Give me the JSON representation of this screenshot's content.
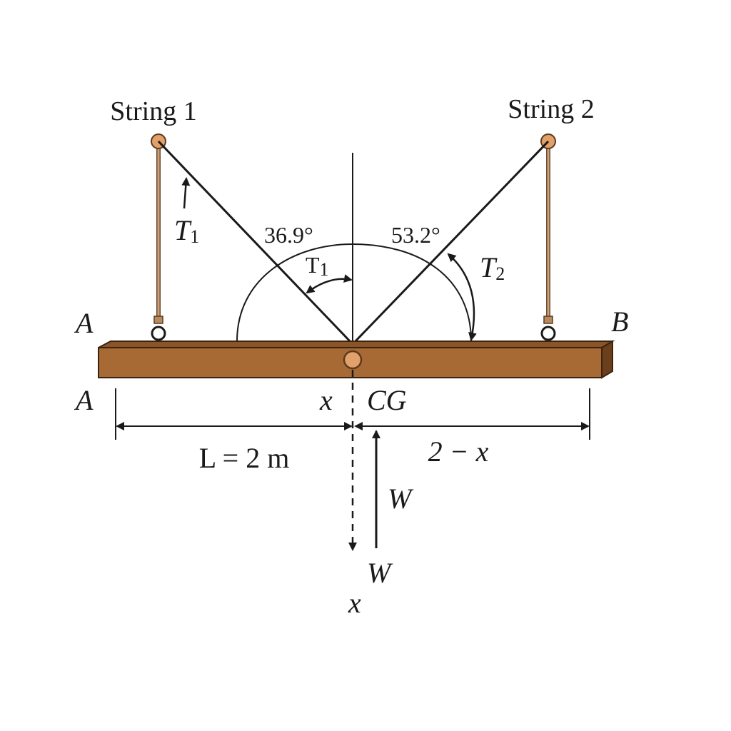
{
  "labels": {
    "string1": "String 1",
    "string2": "String 2",
    "t1_left": "T",
    "t1_left_sub": "1",
    "angle_left": "36.9°",
    "t1_center": "T",
    "t1_center_sub": "1",
    "angle_right": "53.2°",
    "t2": "T",
    "t2_sub": "2",
    "end_a_top": "A",
    "end_b": "B",
    "end_a_bottom": "A",
    "x_label": "x",
    "cg_label": "CG",
    "length_label": "L = 2 m",
    "remainder_label": "2 − x",
    "weight_upper": "W",
    "weight_lower": "W",
    "x_bottom": "x"
  },
  "colors": {
    "beam_front": "#a86a34",
    "beam_top": "#8a5428",
    "beam_end": "#6b3f1c",
    "anchor": "#e2a06a",
    "rod": "#b88a5e",
    "line": "#1a1a1a"
  }
}
